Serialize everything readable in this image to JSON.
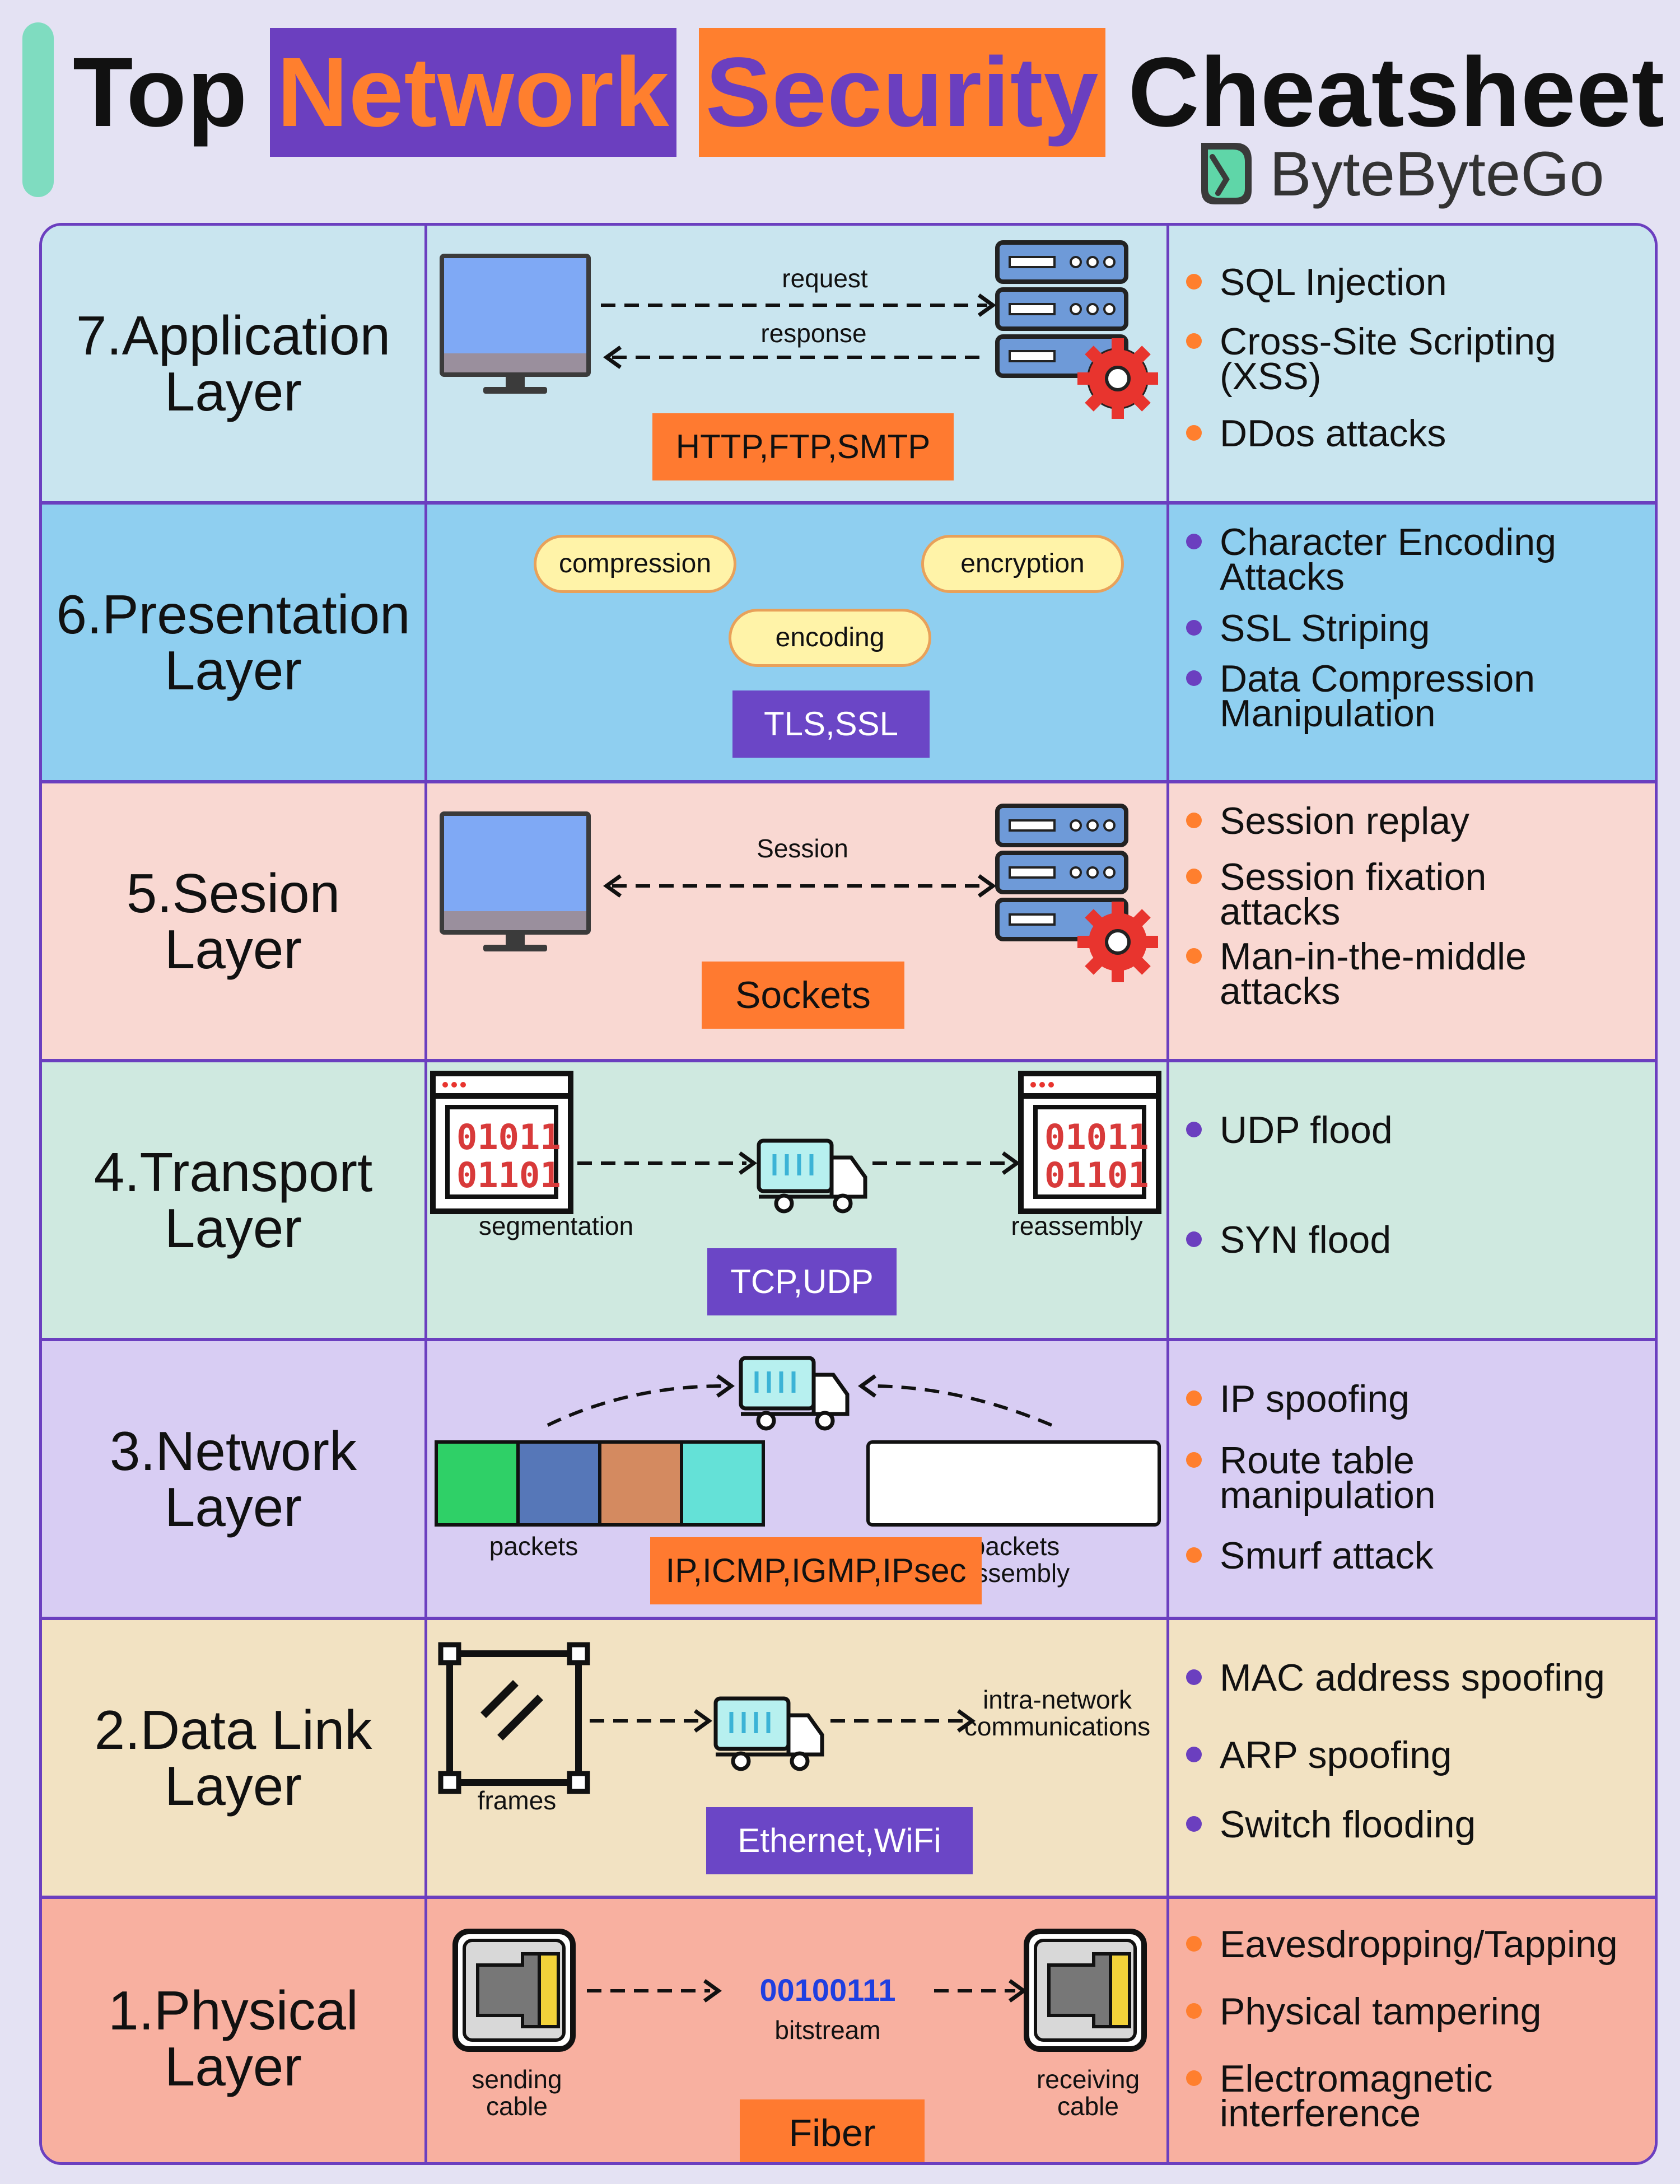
{
  "title": {
    "word1": "Top",
    "word2": "Network",
    "word3": "Security",
    "word4": "Cheatsheet"
  },
  "brand": {
    "name": "ByteByteGo",
    "icon": "bytebytego-logo-icon"
  },
  "colors": {
    "purple": "#6b3fbf",
    "orange": "#ff7f2e",
    "row7": "#c9e5ef",
    "row6": "#8fcff0",
    "row5": "#f9d8d2",
    "row4": "#cfe9e0",
    "row3": "#d8cdf3",
    "row2": "#f2e2c2",
    "row1": "#f8b0a0"
  },
  "layers": [
    {
      "id": "application",
      "name_line1": "7.Application",
      "name_line2": "Layer",
      "protocols": "HTTP,FTP,SMTP",
      "request_label": "request",
      "response_label": "response",
      "threats": [
        "SQL Injection",
        "Cross-Site Scripting\n(XSS)",
        "DDos attacks"
      ]
    },
    {
      "id": "presentation",
      "name_line1": "6.Presentation",
      "name_line2": "Layer",
      "protocols": "TLS,SSL",
      "pill1": "compression",
      "pill2": "encryption",
      "pill3": "encoding",
      "threats": [
        "Character Encoding\nAttacks",
        "SSL Striping",
        "Data Compression\nManipulation"
      ]
    },
    {
      "id": "session",
      "name_line1": "5.Sesion",
      "name_line2": "Layer",
      "protocols": "Sockets",
      "session_label": "Session",
      "threats": [
        "Session replay",
        "Session fixation\nattacks",
        "Man-in-the-middle\nattacks"
      ]
    },
    {
      "id": "transport",
      "name_line1": "4.Transport",
      "name_line2": "Layer",
      "protocols": "TCP,UDP",
      "binary_line1": "01011",
      "binary_line2": "01101",
      "segmentation_label": "segmentation",
      "reassembly_label": "reassembly",
      "threats": [
        "UDP flood",
        "SYN flood"
      ]
    },
    {
      "id": "network",
      "name_line1": "3.Network",
      "name_line2": "Layer",
      "protocols": "IP,ICMP,IGMP,IPsec",
      "packets_label": "packets",
      "assembly_label": "packets\nassembly",
      "threats": [
        "IP spoofing",
        "Route table\nmanipulation",
        "Smurf attack"
      ]
    },
    {
      "id": "datalink",
      "name_line1": "2.Data Link",
      "name_line2": "Layer",
      "protocols": "Ethernet,WiFi",
      "frames_label": "frames",
      "intra_label": "intra-network\ncommunications",
      "threats": [
        "MAC address spoofing",
        "ARP spoofing",
        "Switch flooding"
      ]
    },
    {
      "id": "physical",
      "name_line1": "1.Physical",
      "name_line2": "Layer",
      "protocols": "Fiber",
      "bits": "00100111",
      "bitstream_label": "bitstream",
      "sending_label": "sending\ncable",
      "receiving_label": "receiving\ncable",
      "threats": [
        "Eavesdropping/Tapping",
        "Physical tampering",
        "Electromagnetic\ninterference"
      ]
    }
  ]
}
